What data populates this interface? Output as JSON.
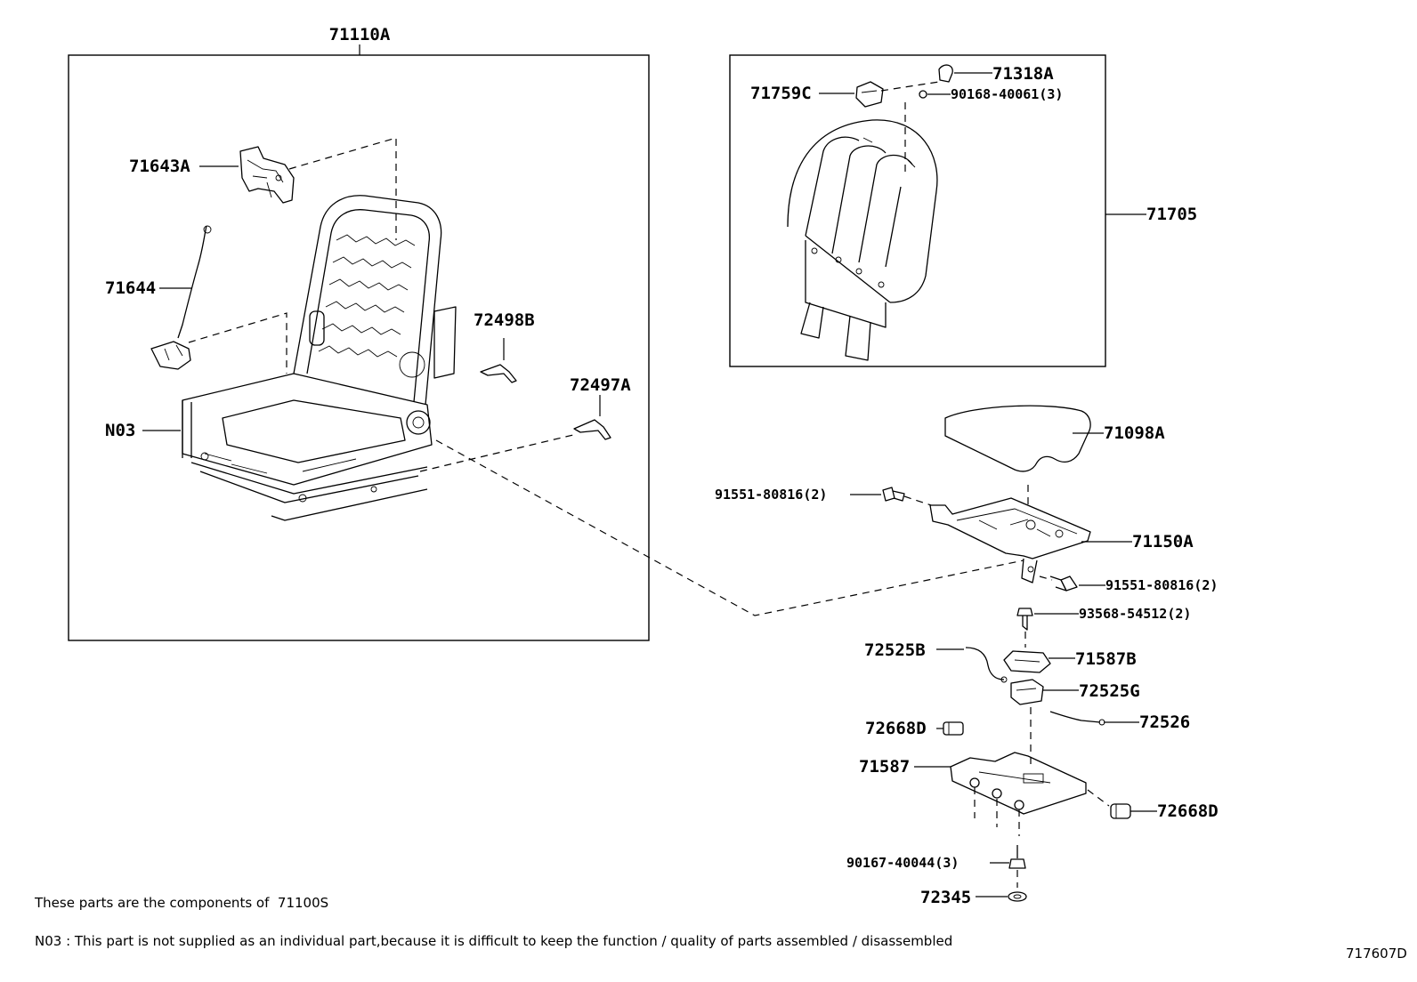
{
  "labels": {
    "seat_frame_assy": "71110A",
    "hinge": "71643A",
    "wire": "71644",
    "cover_b": "72498B",
    "cover_a": "72497A",
    "n03": "N03",
    "headrest_support": "71318A",
    "headrest_guide": "71759C",
    "screw_1": "90168-40061(3)",
    "seatback_pad": "71705",
    "cushion_pad": "71098A",
    "bolt_left": "91551-80816(2)",
    "cushion_frame": "71150A",
    "bolt_right": "91551-80816(2)",
    "screw_2": "93568-54512(2)",
    "cable_b": "72525B",
    "bracket_b": "71587B",
    "cable_g": "72525G",
    "cable": "72526",
    "clip_left": "72668D",
    "bracket": "71587",
    "clip_right": "72668D",
    "screw_3": "90167-40044(3)",
    "grommet": "72345"
  },
  "notes": {
    "components_prefix": "These parts are the components of",
    "components_part": "71100S",
    "n03_note": "N03 : This part is not supplied as an individual part,because it is difficult to keep the function / quality of parts assembled / disassembled",
    "diagram_id": "717607D"
  }
}
